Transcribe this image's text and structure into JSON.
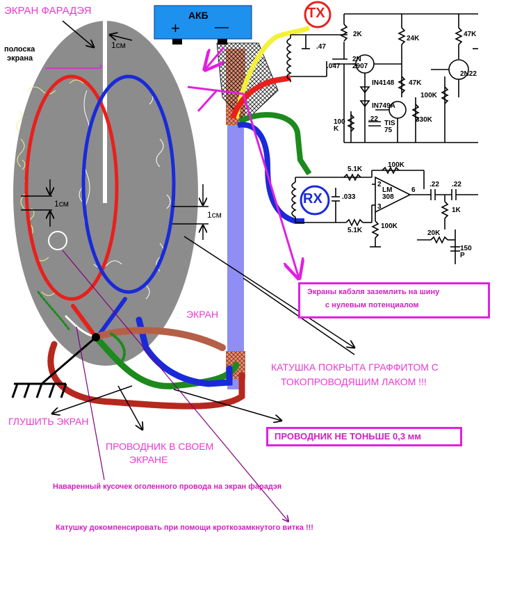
{
  "labels": {
    "faraday_screen": "ЭКРАН ФАРАДЭЯ",
    "screen_strip_1": "полоска",
    "screen_strip_2": "экрана",
    "gap_top": "1см",
    "gap_left": "1см",
    "gap_right": "1см",
    "battery": "АКБ",
    "battery_plus": "+",
    "battery_minus": "—",
    "tx": "TX",
    "rx": "RX",
    "screen": "ЭКРАН",
    "ground_screen": "ГЛУШИТЬ ЭКРАН",
    "conductor_own_screen_1": "ПРОВОДНИК В СВОЕМ",
    "conductor_own_screen_2": "ЭКРАНЕ",
    "graphite_1": "КАТУШКА ПОКРЫТА ГРАФФИТОМ С",
    "graphite_2": "ТОКОПРОВОДЯШИМ ЛАКОМ !!!",
    "conductor_min": "ПРОВОДНИК НЕ ТОНЬШЕ 0,3 мм",
    "cable_screens_1": "Экраны кабэля заземлить  на шину",
    "cable_screens_2": "с нулевым потенциалом",
    "welded_piece": "Наваренный кусочек оголенного провода на экран фарадэя",
    "compensate": "Катушку докомпенсировать при помощи кроткозамкнутого витка !!!"
  },
  "schematic": {
    "r_2k": "2K",
    "r_24k": "24K",
    "r_47k_top": "47K",
    "c_47": ".47",
    "c_047": ".047",
    "q_2907": "2N\n2907",
    "d_in4148": "IN4148",
    "r_47k": "47K",
    "d_in749": "IN749A",
    "r_100k_left": "100\nK",
    "c_22": ".22",
    "q_tis75": "TIS\n75",
    "r_330k": "330K",
    "r_100k_mid": "100K",
    "q_2n22": "2N22",
    "r_51k_top": "5.1K",
    "r_100k_fb": "100K",
    "c_033": ".033",
    "u_lm308": "LM\n308",
    "pin6": "6",
    "pin2": "2",
    "pin3": "3",
    "c_22a": ".22",
    "c_22b": ".22",
    "r_1k": "1K",
    "r_51k_bot": "5.1K",
    "r_100k_bot": "100K",
    "r_20k": "20K",
    "c_150p": "150\nP"
  },
  "colors": {
    "coil_red": "#e8201c",
    "coil_blue": "#1a2ad8",
    "coil_green": "#1c8a1c",
    "cable_yellow": "#f4f03a",
    "screen_grey": "#8c8c8c",
    "cable_violet": "#8e8ef4",
    "battery_blue": "#1e90ee",
    "label_pink": "#e83ad0",
    "box_magenta": "#e020e0"
  }
}
